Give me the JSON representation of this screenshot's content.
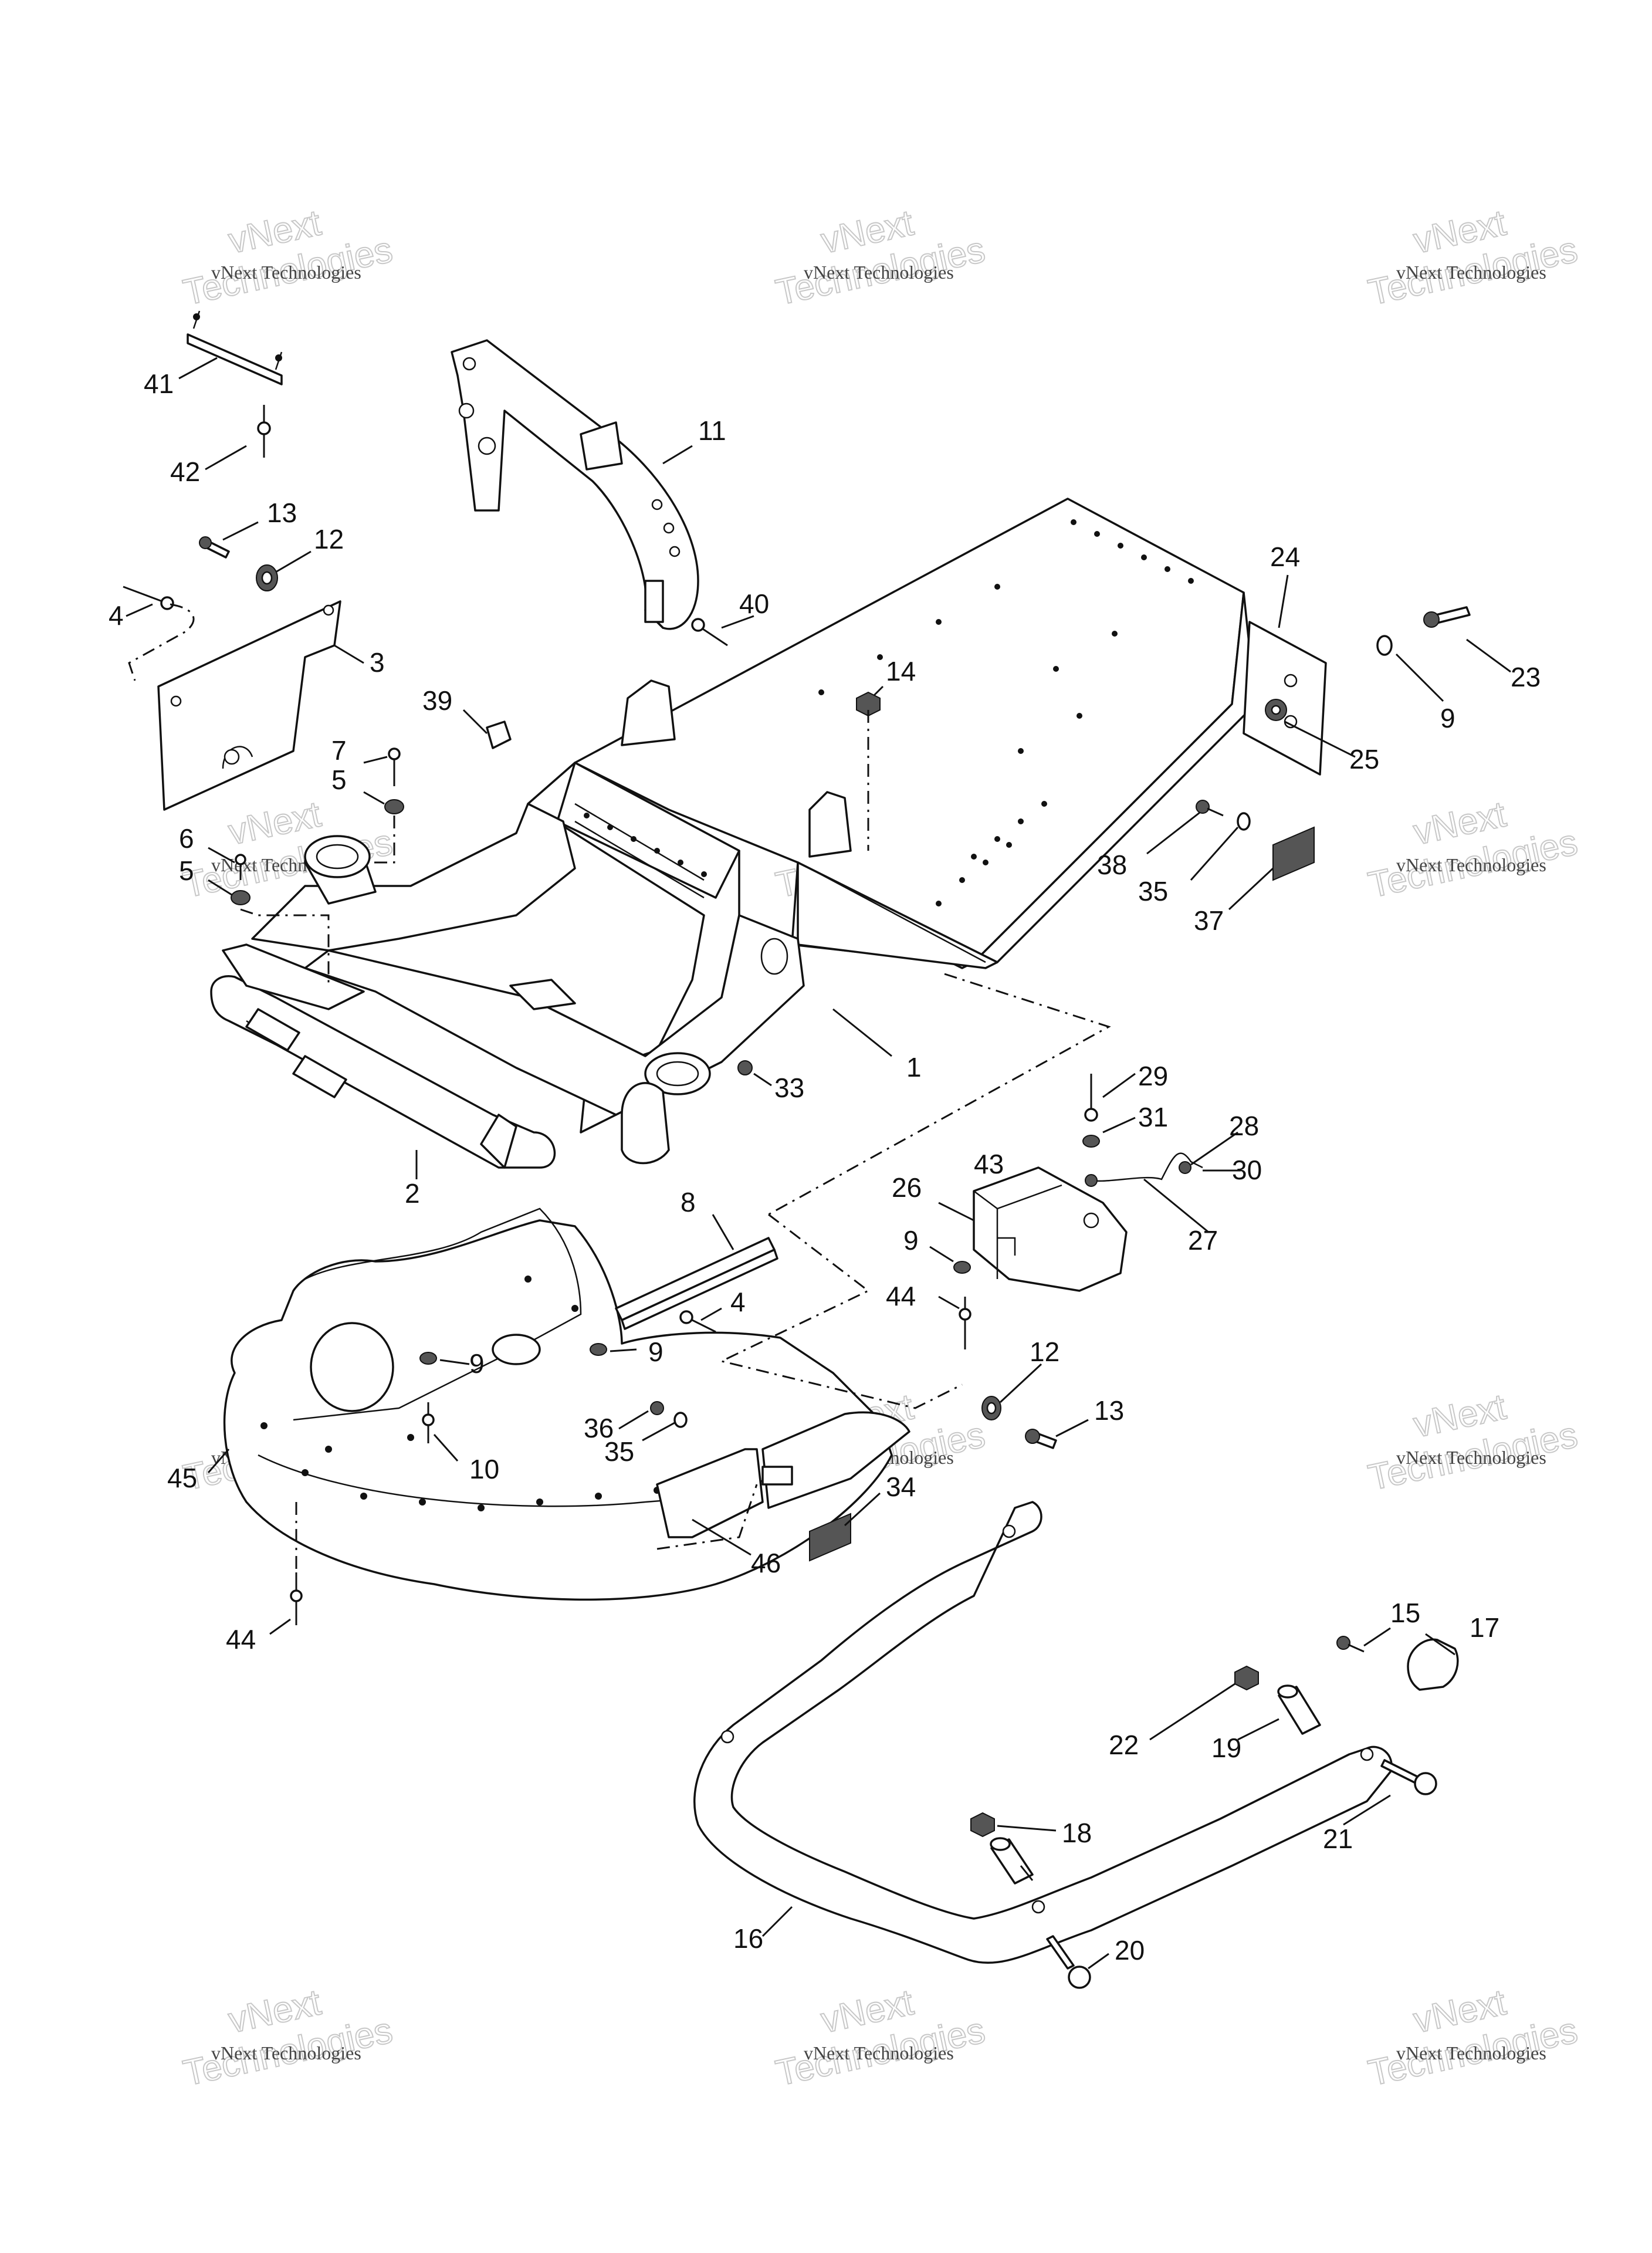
{
  "watermark": {
    "line1": "vNext Technologies",
    "line2": "vNext",
    "line3": "Technologies"
  },
  "callouts": [
    {
      "id": "c41",
      "label": "41"
    },
    {
      "id": "c42",
      "label": "42"
    },
    {
      "id": "c13a",
      "label": "13"
    },
    {
      "id": "c12a",
      "label": "12"
    },
    {
      "id": "c4a",
      "label": "4"
    },
    {
      "id": "c3",
      "label": "3"
    },
    {
      "id": "c11",
      "label": "11"
    },
    {
      "id": "c40",
      "label": "40"
    },
    {
      "id": "c24",
      "label": "24"
    },
    {
      "id": "c23",
      "label": "23"
    },
    {
      "id": "c9a",
      "label": "9"
    },
    {
      "id": "c25",
      "label": "25"
    },
    {
      "id": "c14",
      "label": "14"
    },
    {
      "id": "c39",
      "label": "39"
    },
    {
      "id": "c7",
      "label": "7"
    },
    {
      "id": "c5a",
      "label": "5"
    },
    {
      "id": "c6",
      "label": "6"
    },
    {
      "id": "c5b",
      "label": "5"
    },
    {
      "id": "c38",
      "label": "38"
    },
    {
      "id": "c35a",
      "label": "35"
    },
    {
      "id": "c37",
      "label": "37"
    },
    {
      "id": "c1",
      "label": "1"
    },
    {
      "id": "c33",
      "label": "33"
    },
    {
      "id": "c2",
      "label": "2"
    },
    {
      "id": "c29",
      "label": "29"
    },
    {
      "id": "c31",
      "label": "31"
    },
    {
      "id": "c28",
      "label": "28"
    },
    {
      "id": "c30",
      "label": "30"
    },
    {
      "id": "c43",
      "label": "43"
    },
    {
      "id": "c26",
      "label": "26"
    },
    {
      "id": "c27",
      "label": "27"
    },
    {
      "id": "c8",
      "label": "8"
    },
    {
      "id": "c9b",
      "label": "9"
    },
    {
      "id": "c44a",
      "label": "44"
    },
    {
      "id": "c4b",
      "label": "4"
    },
    {
      "id": "c9c",
      "label": "9"
    },
    {
      "id": "c9d",
      "label": "9"
    },
    {
      "id": "c12b",
      "label": "12"
    },
    {
      "id": "c13b",
      "label": "13"
    },
    {
      "id": "c36",
      "label": "36"
    },
    {
      "id": "c35b",
      "label": "35"
    },
    {
      "id": "c10",
      "label": "10"
    },
    {
      "id": "c45",
      "label": "45"
    },
    {
      "id": "c34",
      "label": "34"
    },
    {
      "id": "c46",
      "label": "46"
    },
    {
      "id": "c44b",
      "label": "44"
    },
    {
      "id": "c15",
      "label": "15"
    },
    {
      "id": "c17",
      "label": "17"
    },
    {
      "id": "c22",
      "label": "22"
    },
    {
      "id": "c19",
      "label": "19"
    },
    {
      "id": "c18",
      "label": "18"
    },
    {
      "id": "c21",
      "label": "21"
    },
    {
      "id": "c16",
      "label": "16"
    },
    {
      "id": "c20",
      "label": "20"
    }
  ]
}
